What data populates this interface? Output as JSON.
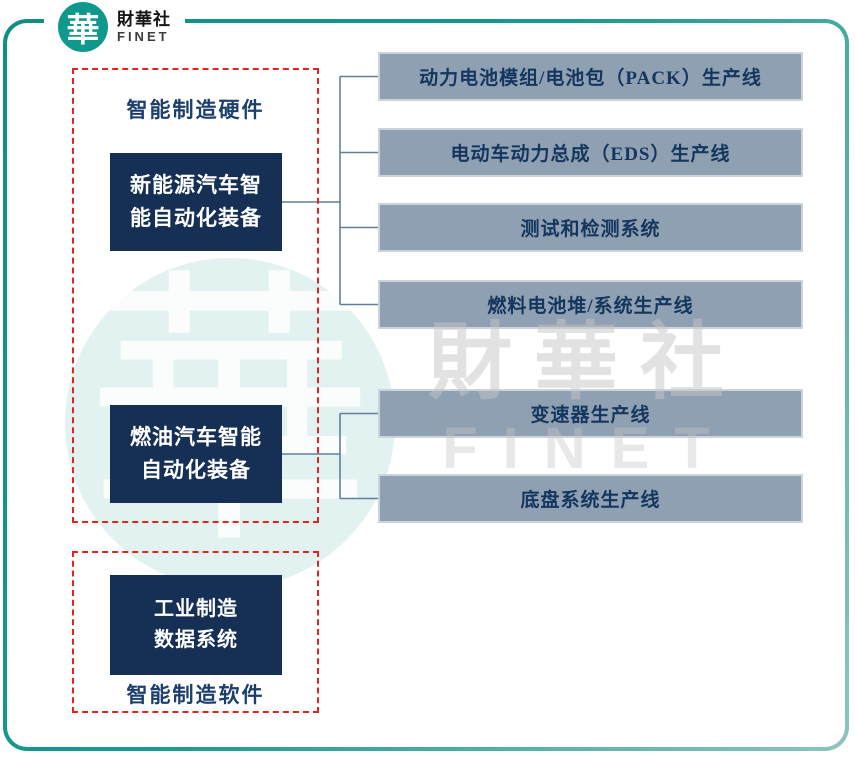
{
  "logo": {
    "symbol": "華",
    "name_zh": "財華社",
    "name_en": "FINET"
  },
  "watermark": {
    "symbol": "華",
    "text_zh": "財華社",
    "text_en": "FINET"
  },
  "diagram": {
    "hardware_label": "智能制造硬件",
    "software_label": "智能制造软件",
    "parents": [
      {
        "line1": "新能源汽车智",
        "line2": "能自动化装备"
      },
      {
        "line1": "燃油汽车智能",
        "line2": "自动化装备"
      },
      {
        "line1": "工业制造",
        "line2": "数据系统"
      }
    ],
    "children": [
      "动力电池模组/电池包（PACK）生产线",
      "电动车动力总成（EDS）生产线",
      "测试和检测系统",
      "燃料电池堆/系统生产线",
      "变速器生产线",
      "底盘系统生产线"
    ]
  },
  "colors": {
    "frame_teal": "#12948a",
    "logo_teal": "#0f988c",
    "navy_box": "#152f55",
    "child_box_fill": "#8fa0b2",
    "child_box_border": "#cbd4dc",
    "child_box_text": "#14365e",
    "group_label_text": "#1c3f6e",
    "dashed_outline_red": "#e0251f",
    "connector_line": "#607e9e",
    "watermark_gray": "#e3e3e3"
  }
}
